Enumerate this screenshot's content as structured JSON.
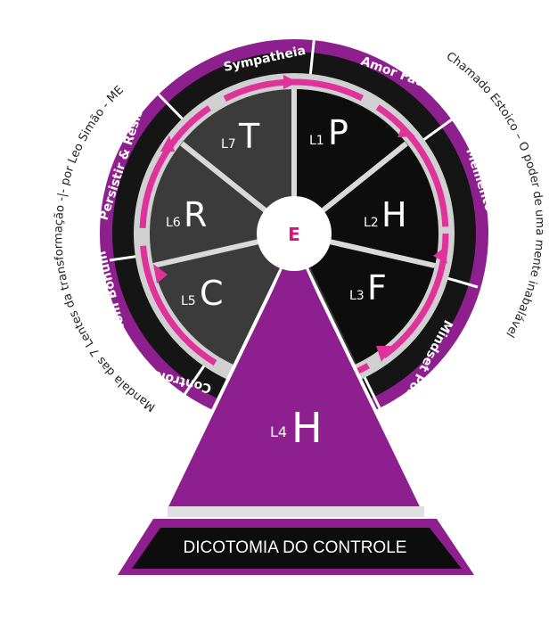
{
  "center": "E",
  "caption_left": "Mandala das 7 Lentes da transformação -|- por Leo Simão - ME",
  "caption_right": "Chamado Estoico – O poder de uma mente inabalável",
  "rim_labels": {
    "sympatheia": "Sympatheia",
    "amor_fati": "Amor Fati",
    "memento_mori": "Memento Mori",
    "mindset": "Mindset Positivo",
    "controle": "Controle",
    "summon": "Summom Bonum",
    "persistir": "Persistir & Resistir"
  },
  "lenses": [
    {
      "level": "L1",
      "letter": "P"
    },
    {
      "level": "L2",
      "letter": "H"
    },
    {
      "level": "L3",
      "letter": "F"
    },
    {
      "level": "L4",
      "letter": "H"
    },
    {
      "level": "L5",
      "letter": "C"
    },
    {
      "level": "L6",
      "letter": "R"
    },
    {
      "level": "L7",
      "letter": "T"
    }
  ],
  "banner": "DICOTOMIA DO CONTROLE",
  "colors": {
    "purple": "#8e1f8e",
    "magenta": "#e0329b",
    "dark": "#1c1c1c",
    "grey": "#3d3d3d",
    "light": "#d9d9d9"
  }
}
